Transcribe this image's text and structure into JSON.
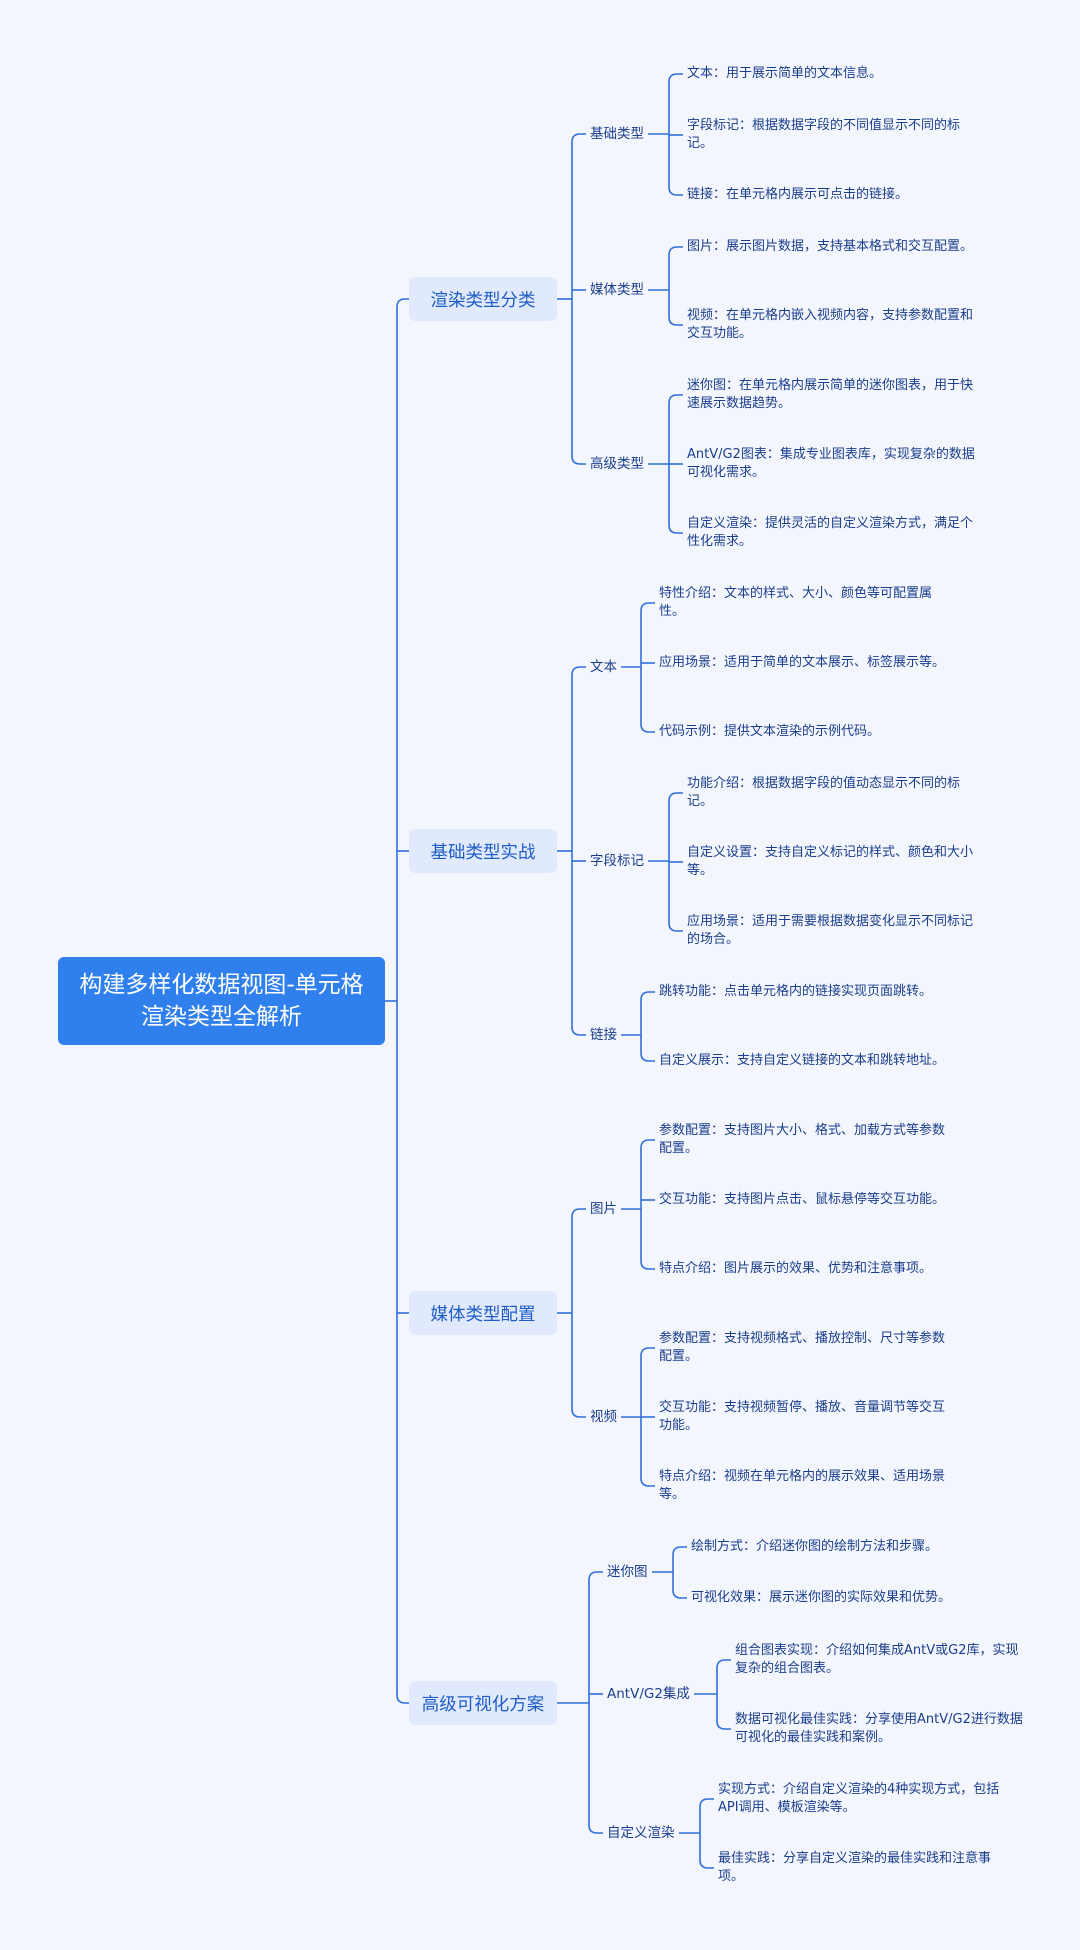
{
  "diagram": {
    "root": "构建多样化数据视图-单元格渲染类型全解析",
    "categories": [
      {
        "label": "渲染类型分类",
        "groups": [
          {
            "label": "基础类型",
            "items": [
              "文本：用于展示简单的文本信息。",
              "字段标记：根据数据字段的不同值显示不同的标记。",
              "链接：在单元格内展示可点击的链接。"
            ]
          },
          {
            "label": "媒体类型",
            "items": [
              "图片：展示图片数据，支持基本格式和交互配置。",
              "视频：在单元格内嵌入视频内容，支持参数配置和交互功能。"
            ]
          },
          {
            "label": "高级类型",
            "items": [
              "迷你图：在单元格内展示简单的迷你图表，用于快速展示数据趋势。",
              "AntV/G2图表：集成专业图表库，实现复杂的数据可视化需求。",
              "自定义渲染：提供灵活的自定义渲染方式，满足个性化需求。"
            ]
          }
        ]
      },
      {
        "label": "基础类型实战",
        "groups": [
          {
            "label": "文本",
            "items": [
              "特性介绍：文本的样式、大小、颜色等可配置属性。",
              "应用场景：适用于简单的文本展示、标签展示等。",
              "代码示例：提供文本渲染的示例代码。"
            ]
          },
          {
            "label": "字段标记",
            "items": [
              "功能介绍：根据数据字段的值动态显示不同的标记。",
              "自定义设置：支持自定义标记的样式、颜色和大小等。",
              "应用场景：适用于需要根据数据变化显示不同标记的场合。"
            ]
          },
          {
            "label": "链接",
            "items": [
              "跳转功能：点击单元格内的链接实现页面跳转。",
              "自定义展示：支持自定义链接的文本和跳转地址。"
            ]
          }
        ]
      },
      {
        "label": "媒体类型配置",
        "groups": [
          {
            "label": "图片",
            "items": [
              "参数配置：支持图片大小、格式、加载方式等参数配置。",
              "交互功能：支持图片点击、鼠标悬停等交互功能。",
              "特点介绍：图片展示的效果、优势和注意事项。"
            ]
          },
          {
            "label": "视频",
            "items": [
              "参数配置：支持视频格式、播放控制、尺寸等参数配置。",
              "交互功能：支持视频暂停、播放、音量调节等交互功能。",
              "特点介绍：视频在单元格内的展示效果、适用场景等。"
            ]
          }
        ]
      },
      {
        "label": "高级可视化方案",
        "groups": [
          {
            "label": "迷你图",
            "items": [
              "绘制方式：介绍迷你图的绘制方法和步骤。",
              "可视化效果：展示迷你图的实际效果和优势。"
            ]
          },
          {
            "label": "AntV/G2集成",
            "items": [
              "组合图表实现：介绍如何集成AntV或G2库，实现复杂的组合图表。",
              "数据可视化最佳实践：分享使用AntV/G2进行数据可视化的最佳实践和案例。"
            ]
          },
          {
            "label": "自定义渲染",
            "items": [
              "实现方式：介绍自定义渲染的4种实现方式，包括API调用、模板渲染等。",
              "最佳实践：分享自定义渲染的最佳实践和注意事项。"
            ]
          }
        ]
      }
    ]
  },
  "colors": {
    "background": "#f4f6fe",
    "root": "#2f80ed",
    "category_bg": "#e1eafc",
    "line": "#2f6fd8",
    "text": "#1a3e8c"
  }
}
